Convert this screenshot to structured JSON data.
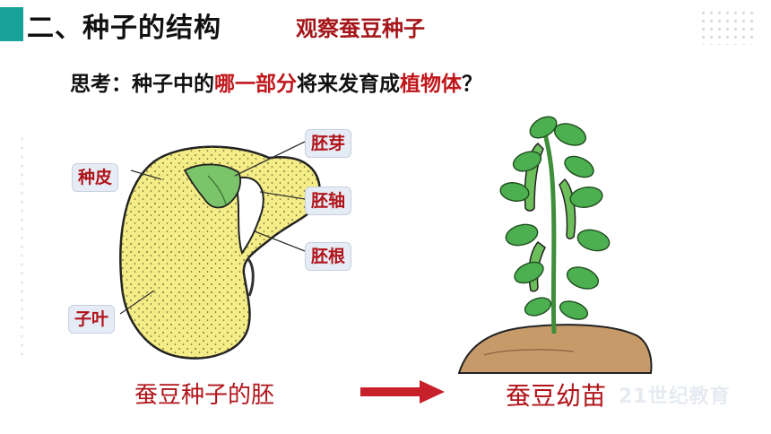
{
  "title": {
    "main": "二、种子的结构",
    "sub": "观察蚕豆种子"
  },
  "question": {
    "prefix": "思考：种子中的",
    "highlight1": "哪一部分",
    "middle": "将来发育成",
    "highlight2": "植物体",
    "suffix": "？"
  },
  "labels": {
    "seed_coat": "种皮",
    "plumule": "胚芽",
    "hypocotyl": "胚轴",
    "radicle": "胚根",
    "cotyledon": "子叶"
  },
  "captions": {
    "left": "蚕豆种子的胚",
    "right": "蚕豆幼苗"
  },
  "watermark": "21世纪教育",
  "colors": {
    "accent": "#17a39a",
    "title_red": "#a5161a",
    "label_red": "#b0141a",
    "seed_yellow": "#f4ec86",
    "leaf_green": "#4caf50",
    "soil": "#c79a6a",
    "arrow": "#c8202a"
  },
  "icons": {
    "arrow": "right-arrow-icon"
  }
}
